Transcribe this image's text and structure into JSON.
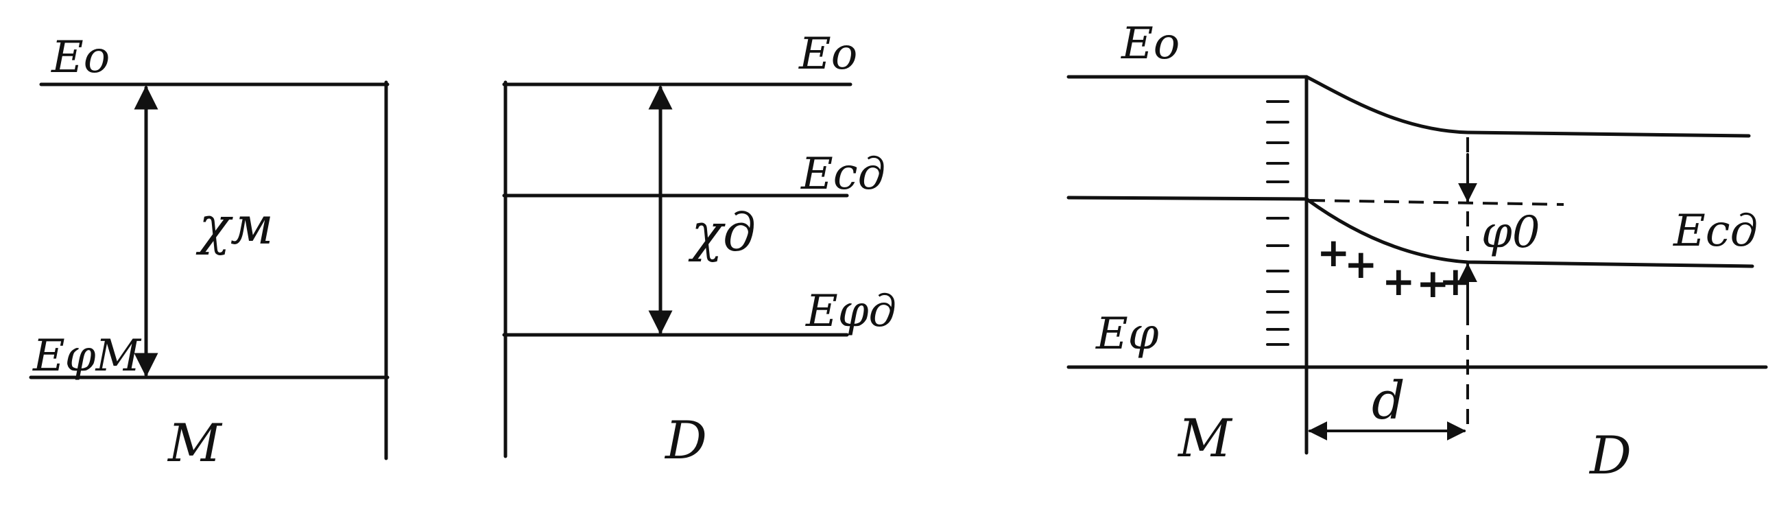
{
  "panel_metal": {
    "vacuum_level": "Eo",
    "fermi_level": "EφM",
    "work_function": "χм",
    "material": "M"
  },
  "panel_dielectric": {
    "vacuum_level": "Eo",
    "conduction_band": "Ecд",
    "fermi_level": "Eφд",
    "affinity": "χд",
    "material": "D"
  },
  "panel_contact": {
    "vacuum_level": "Eo",
    "conduction_band": "Ecд",
    "fermi_level": "Eφ",
    "barrier": "φ0",
    "width": "d",
    "metal": "M",
    "dielectric": "D",
    "plus_charge": "+",
    "minus_charge": "–"
  }
}
